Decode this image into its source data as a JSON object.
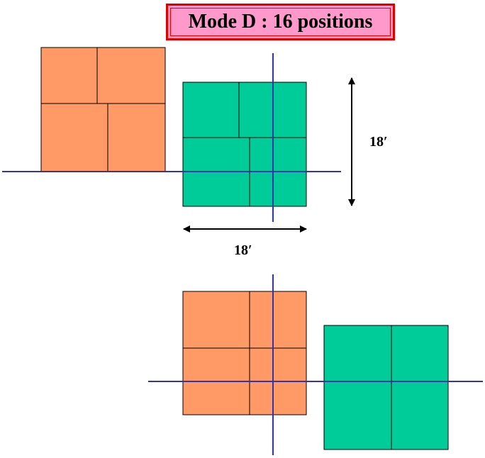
{
  "title": "Mode D : 16 positions",
  "dimension_vertical": "18′",
  "dimension_horizontal": "18′",
  "colors": {
    "orange_block": "#ff9966",
    "green_block": "#00cc99",
    "axis_line": "#3333aa",
    "title_background": "#ff99cc",
    "title_border": "#e00000"
  }
}
